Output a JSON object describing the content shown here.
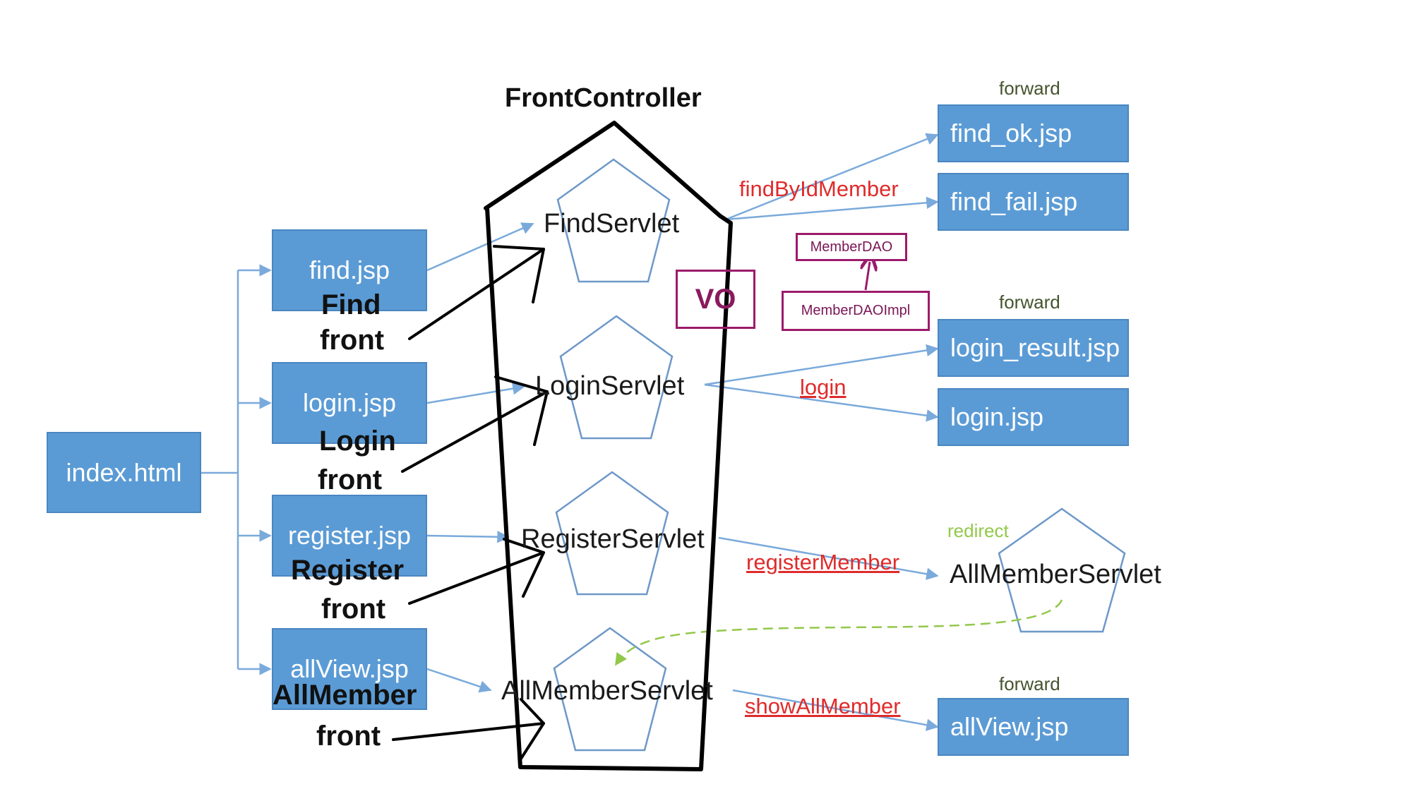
{
  "title": "FrontController",
  "entry": {
    "label": "index.html"
  },
  "jsp_inputs": [
    {
      "label": "find.jsp",
      "front_label": "Find",
      "front_word": "front"
    },
    {
      "label": "login.jsp",
      "front_label": "Login",
      "front_word": "front"
    },
    {
      "label": "register.jsp",
      "front_label": "Register",
      "front_word": "front"
    },
    {
      "label": "allView.jsp",
      "front_label": "AllMember",
      "front_word": "front"
    }
  ],
  "servlets": [
    {
      "label": "FindServlet"
    },
    {
      "label": "LoginServlet"
    },
    {
      "label": "RegisterServlet"
    },
    {
      "label": "AllMemberServlet"
    }
  ],
  "methods": {
    "find": "findByIdMember",
    "login": "login",
    "register": "registerMember",
    "all": "showAllMember"
  },
  "outputs": {
    "find_ok": "find_ok.jsp",
    "find_fail": "find_fail.jsp",
    "login_result": "login_result.jsp",
    "login": "login.jsp",
    "all_view": "allView.jsp"
  },
  "nav_labels": {
    "forward_find": "forward",
    "forward_login": "forward",
    "redirect": "redirect",
    "forward_all": "forward"
  },
  "redirect_servlet": "AllMemberServlet",
  "dao": {
    "interface": "MemberDAO",
    "impl": "MemberDAOImpl",
    "vo": "VO"
  },
  "colors": {
    "box_fill": "#5b9bd5",
    "arrow": "#7aaadb",
    "pentagon": "#6d98c8",
    "method_text": "#e02b2b",
    "dao_border": "#9c1b6b",
    "redirect_arrow": "#92c84a",
    "hand_stroke": "#000000"
  }
}
